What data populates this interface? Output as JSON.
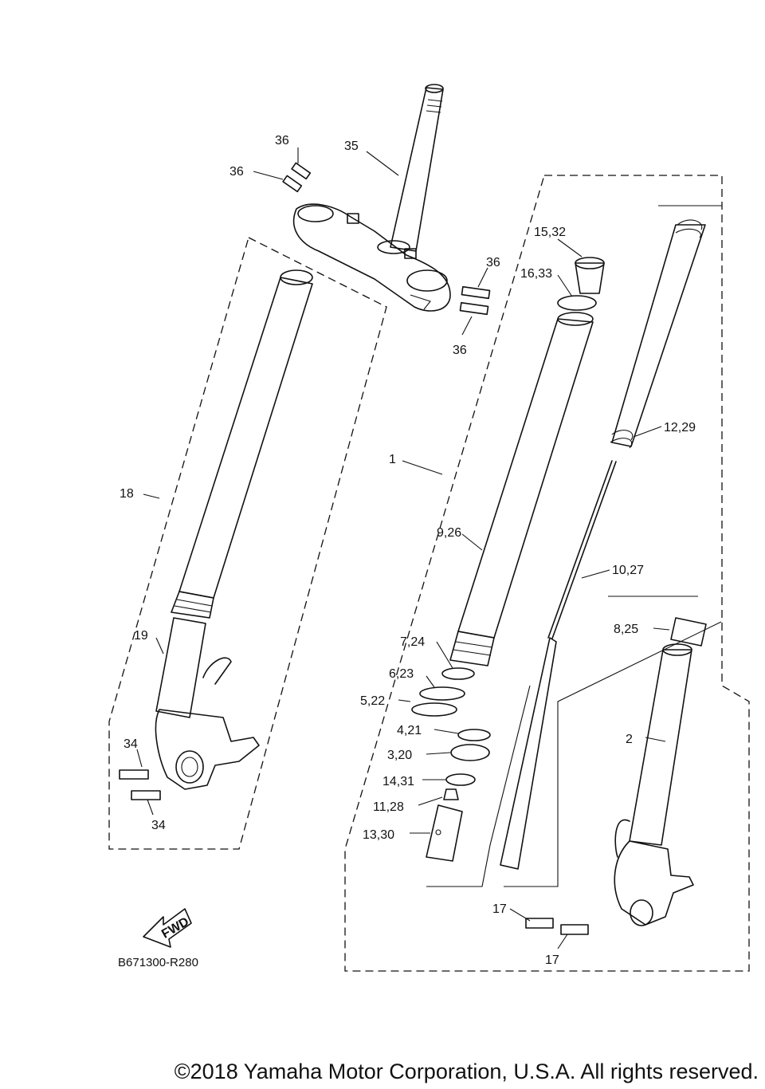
{
  "labels": {
    "l35": "35",
    "l36a": "36",
    "l36b": "36",
    "l36c": "36",
    "l36d": "36",
    "l15_32": "15,32",
    "l16_33": "16,33",
    "l12_29": "12,29",
    "l1": "1",
    "l18": "18",
    "l9_26": "9,26",
    "l10_27": "10,27",
    "l19": "19",
    "l8_25": "8,25",
    "l7_24": "7,24",
    "l6_23": "6,23",
    "l5_22": "5,22",
    "l4_21": "4,21",
    "l3_20": "3,20",
    "l2": "2",
    "l14_31": "14,31",
    "l34a": "34",
    "l34b": "34",
    "l11_28": "11,28",
    "l13_30": "13,30",
    "l17a": "17",
    "l17b": "17"
  },
  "fwd_label": "FWD",
  "diagram_ref": "B671300-R280",
  "copyright": "©2018 Yamaha Motor Corporation, U.S.A. All rights reserved."
}
